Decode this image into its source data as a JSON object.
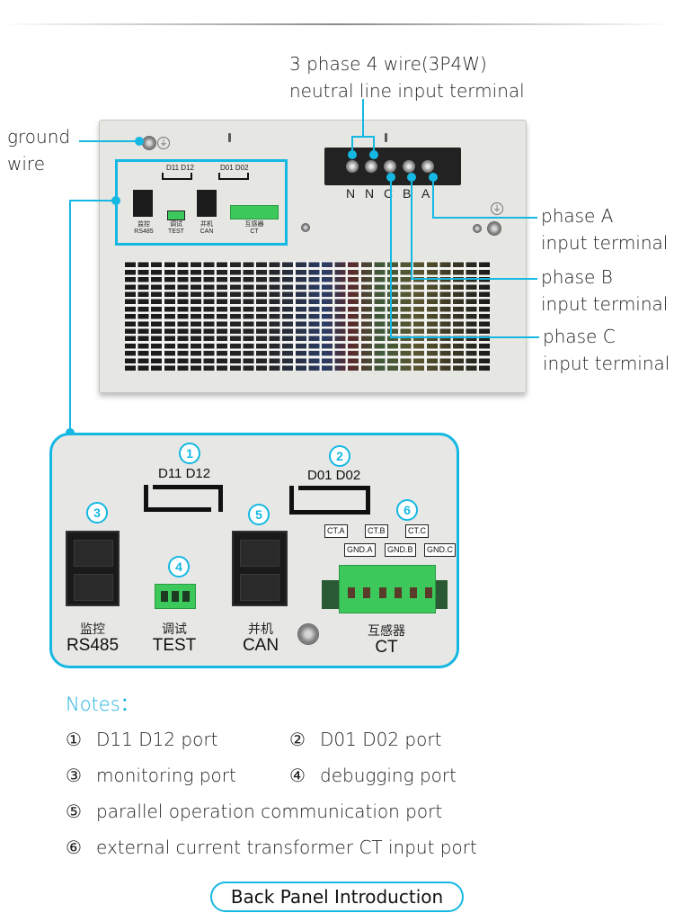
{
  "callouts": {
    "neutral": [
      "3 phase 4 wire(3P4W)",
      "neutral line input terminal"
    ],
    "ground": [
      "ground",
      "wire"
    ],
    "phase_a": [
      "phase A",
      "input terminal"
    ],
    "phase_b": [
      "phase B",
      "input terminal"
    ],
    "phase_c": [
      "phase C",
      "input terminal"
    ]
  },
  "terminal_labels": [
    "N",
    "N",
    "C",
    "B",
    "A"
  ],
  "mini_panel": {
    "d11_d12": "D11  D12",
    "d01_d02": "D01  D02",
    "rs485_cn": "监控",
    "rs485": "RS485",
    "test_cn": "调试",
    "test": "TEST",
    "can_cn": "并机",
    "can": "CAN",
    "ct_cn": "互感器",
    "ct": "CT"
  },
  "zoom_panel": {
    "markers": [
      "1",
      "2",
      "3",
      "4",
      "5",
      "6"
    ],
    "d11_d12": "D11  D12",
    "d01_d02": "D01  D02",
    "rs485_cn": "监控",
    "rs485": "RS485",
    "test_cn": "调试",
    "test": "TEST",
    "can_cn": "并机",
    "can": "CAN",
    "ct_cn": "互感器",
    "ct": "CT",
    "ct_tags_top": [
      "CT.A",
      "CT.B",
      "CT.C"
    ],
    "ct_tags_bottom": [
      "GND.A",
      "GND.B",
      "GND.C"
    ]
  },
  "notes": {
    "title": "Notes：",
    "items": [
      {
        "marker": "①",
        "text": "D11 D12 port"
      },
      {
        "marker": "②",
        "text": "D01 D02 port"
      },
      {
        "marker": "③",
        "text": "monitoring port"
      },
      {
        "marker": "④",
        "text": "debugging port"
      },
      {
        "marker": "⑤",
        "text": "parallel operation communication port"
      },
      {
        "marker": "⑥",
        "text": "external current transformer CT input port"
      }
    ]
  },
  "footer": {
    "title": "Back Panel Introduction"
  },
  "colors": {
    "accent": "#15b8e2",
    "connector_green": "#3cc85a"
  }
}
